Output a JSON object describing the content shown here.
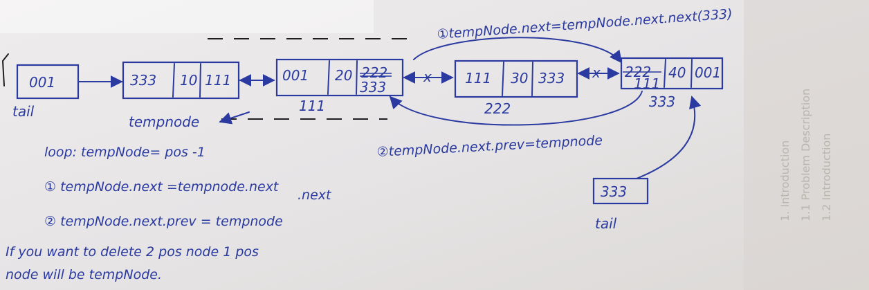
{
  "nodes": {
    "tail_node": {
      "cells": [
        "001"
      ],
      "label": "tail"
    },
    "temp_node": {
      "cells": [
        "333",
        "10",
        "111"
      ],
      "label": "tempnode"
    },
    "node_111": {
      "cells": [
        "001",
        "20",
        "222",
        "333"
      ],
      "label": "111"
    },
    "node_222": {
      "cells": [
        "111",
        "30",
        "333"
      ],
      "label": "222"
    },
    "node_333": {
      "cells": [
        "222",
        "40",
        "001"
      ],
      "sub": "111",
      "label": "333"
    },
    "tail_box": {
      "cells": [
        "333"
      ],
      "label": "tail"
    }
  },
  "links": {
    "cut_marks": [
      "x",
      "x"
    ]
  },
  "annotations": {
    "top_step": "①tempNode.next=tempNode.next.next(333)",
    "mid_step": "②tempNode.next.prev=tempnode"
  },
  "notes": {
    "loop": "loop: tempNode= pos -1",
    "step1_line1": "① tempNode.next =tempnode.next",
    "step1_line2": ".next",
    "step2": "② tempNode.next.prev = tempnode",
    "delete_line1": "If you want to delete 2 pos node 1 pos",
    "delete_line2": "node will be tempNode."
  },
  "background_text": {
    "line1": "1. Introduction",
    "line2": "1.1 Problem Description",
    "line3": "1.2 Introduction"
  },
  "colors": {
    "ink": "#2a3aa0",
    "pencil": "#1d1d22",
    "paper": "#e7e5e6"
  }
}
